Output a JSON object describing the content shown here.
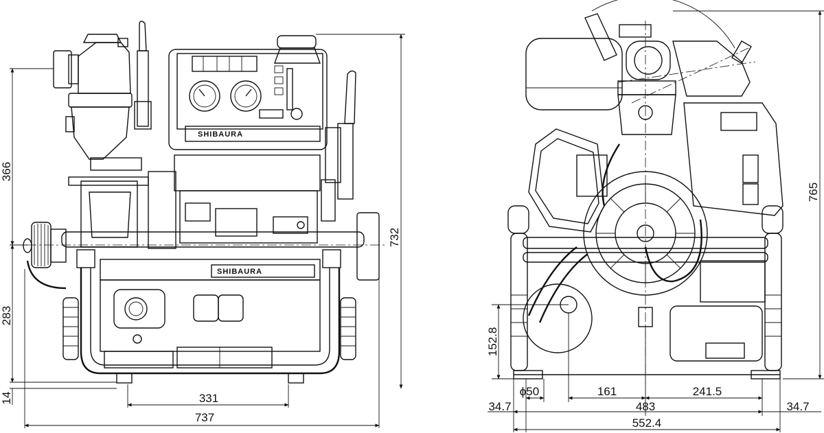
{
  "front_view": {
    "brand_top": "SHIBAURA",
    "brand_mid": "SHIBAURA",
    "dims": {
      "h_366": "366",
      "h_283": "283",
      "h_732": "732",
      "h_14": "14",
      "w_331": "331",
      "w_737": "737"
    }
  },
  "side_view": {
    "dims": {
      "h_765": "765",
      "h_152_8": "152.8",
      "d_50": "ϕ50",
      "w_161": "161",
      "w_483": "483",
      "w_241_5": "241.5",
      "w_34_7_left": "34.7",
      "w_34_7_right": "34.7",
      "w_552_4": "552.4"
    }
  }
}
